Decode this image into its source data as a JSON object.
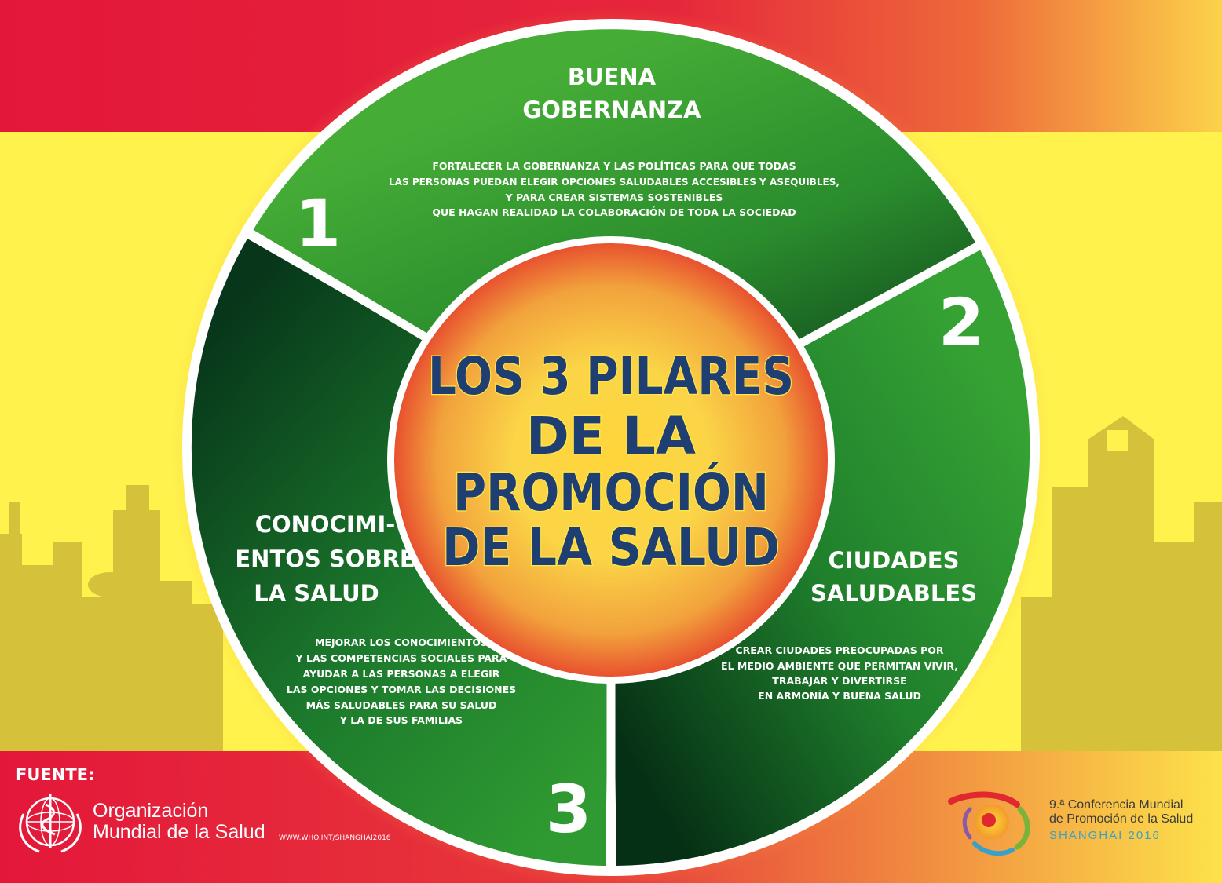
{
  "colors": {
    "red": "#e3173a",
    "yellow": "#fff24d",
    "skyline": "#d6c23a",
    "green_light": "#3ea935",
    "green_dark": "#0a3a19",
    "center_text": "#1f3f72"
  },
  "center_title": [
    "LOS 3 PILARES",
    "DE LA",
    "PROMOCIÓN",
    "DE LA SALUD"
  ],
  "pillars": [
    {
      "number": "1",
      "title": [
        "BUENA",
        "GOBERNANZA"
      ],
      "description": [
        "FORTALECER LA GOBERNANZA Y LAS POLÍTICAS PARA QUE TODAS",
        "LAS PERSONAS PUEDAN ELEGIR OPCIONES SALUDABLES ACCESIBLES Y ASEQUIBLES,",
        "Y PARA CREAR SISTEMAS SOSTENIBLES",
        "QUE HAGAN REALIDAD LA COLABORACIÓN DE TODA LA SOCIEDAD"
      ]
    },
    {
      "number": "2",
      "title": [
        "CIUDADES",
        "SALUDABLES"
      ],
      "description": [
        "CREAR CIUDADES PREOCUPADAS POR",
        "EL MEDIO AMBIENTE QUE PERMITAN VIVIR,",
        "TRABAJAR Y DIVERTIRSE",
        "EN ARMONÍA Y BUENA SALUD"
      ]
    },
    {
      "number": "3",
      "title": [
        "CONOCIMI-",
        "ENTOS SOBRE",
        "LA SALUD"
      ],
      "description": [
        "MEJORAR LOS CONOCIMIENTOS",
        "Y LAS COMPETENCIAS SOCIALES PARA",
        "AYUDAR A LAS PERSONAS A ELEGIR",
        "LAS OPCIONES Y TOMAR LAS DECISIONES",
        "MÁS SALUDABLES PARA SU SALUD",
        "Y LA DE SUS FAMILIAS"
      ]
    }
  ],
  "footer": {
    "source_label": "FUENTE:",
    "who_name": [
      "Organización",
      "Mundial de la Salud"
    ],
    "who_url": "WWW.WHO.INT/SHANGHAI2016",
    "who_logo_icon": "who-emblem-icon",
    "conference": [
      "9.ª Conferencia Mundial",
      "de Promoción de la Salud"
    ],
    "conference_city": "SHANGHAI  2016",
    "conference_logo_icon": "conference-logo-icon"
  }
}
